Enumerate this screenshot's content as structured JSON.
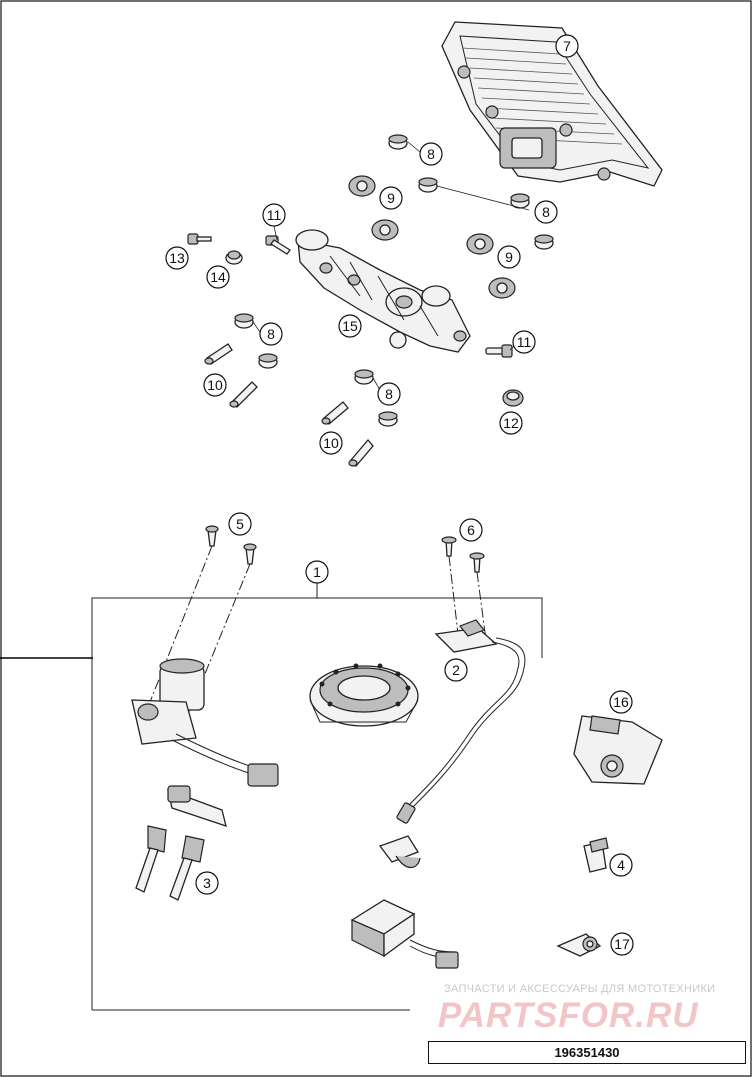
{
  "diagram": {
    "callouts": [
      "1",
      "2",
      "3",
      "4",
      "5",
      "6",
      "7",
      "8",
      "8",
      "8",
      "8",
      "9",
      "9",
      "10",
      "10",
      "11",
      "11",
      "12",
      "13",
      "14",
      "15",
      "16",
      "17"
    ]
  },
  "watermark": {
    "caption": "ЗАПЧАСТИ И АКСЕССУАРЫ ДЛЯ МОТОТЕХНИКИ",
    "brand": "PARTSFOR.RU"
  },
  "doc_number": "196351430"
}
